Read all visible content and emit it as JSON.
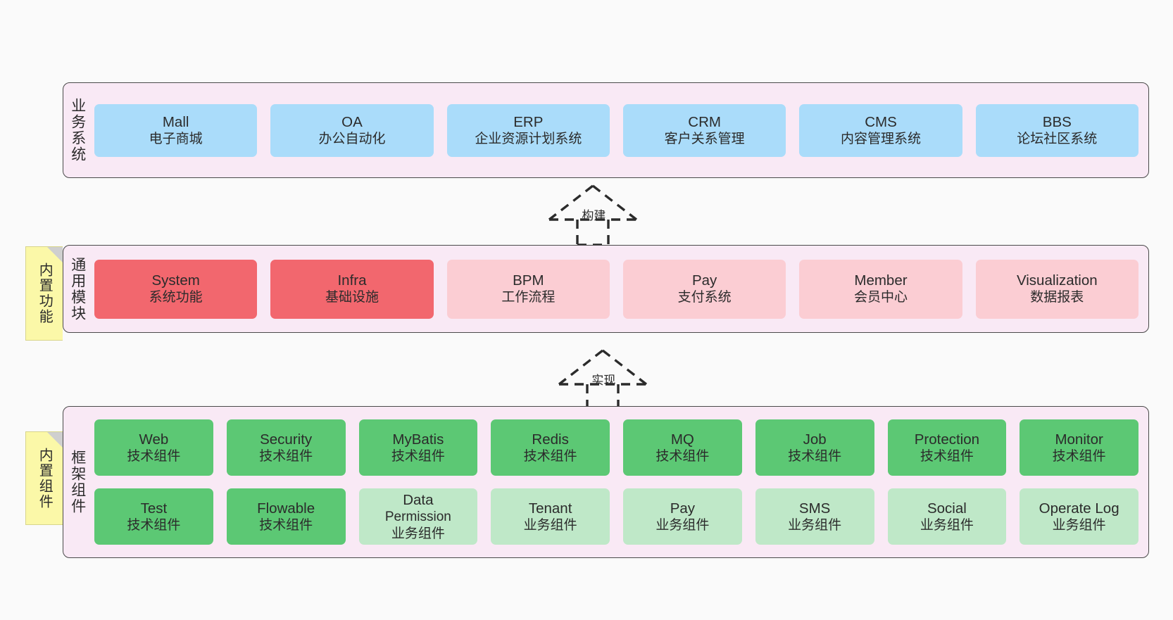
{
  "layers": [
    {
      "id": "business",
      "title": "业务系统",
      "rows": [
        [
          {
            "l1": "Mall",
            "l2": "电子商城",
            "style": "biz"
          },
          {
            "l1": "OA",
            "l2": "办公自动化",
            "style": "biz"
          },
          {
            "l1": "ERP",
            "l2": "企业资源计划系统",
            "style": "biz"
          },
          {
            "l1": "CRM",
            "l2": "客户关系管理",
            "style": "biz"
          },
          {
            "l1": "CMS",
            "l2": "内容管理系统",
            "style": "biz"
          },
          {
            "l1": "BBS",
            "l2": "论坛社区系统",
            "style": "biz"
          }
        ]
      ]
    },
    {
      "id": "modules",
      "title": "通用模块",
      "rows": [
        [
          {
            "l1": "System",
            "l2": "系统功能",
            "style": "mod-strong"
          },
          {
            "l1": "Infra",
            "l2": "基础设施",
            "style": "mod-strong"
          },
          {
            "l1": "BPM",
            "l2": "工作流程",
            "style": "mod-light"
          },
          {
            "l1": "Pay",
            "l2": "支付系统",
            "style": "mod-light"
          },
          {
            "l1": "Member",
            "l2": "会员中心",
            "style": "mod-light"
          },
          {
            "l1": "Visualization",
            "l2": "数据报表",
            "style": "mod-light"
          }
        ]
      ]
    },
    {
      "id": "framework",
      "title": "框架组件",
      "rows": [
        [
          {
            "l1": "Web",
            "l2": "技术组件",
            "style": "fw-tech"
          },
          {
            "l1": "Security",
            "l2": "技术组件",
            "style": "fw-tech"
          },
          {
            "l1": "MyBatis",
            "l2": "技术组件",
            "style": "fw-tech"
          },
          {
            "l1": "Redis",
            "l2": "技术组件",
            "style": "fw-tech"
          },
          {
            "l1": "MQ",
            "l2": "技术组件",
            "style": "fw-tech"
          },
          {
            "l1": "Job",
            "l2": "技术组件",
            "style": "fw-tech"
          },
          {
            "l1": "Protection",
            "l2": "技术组件",
            "style": "fw-tech"
          },
          {
            "l1": "Monitor",
            "l2": "技术组件",
            "style": "fw-tech"
          }
        ],
        [
          {
            "l1": "Test",
            "l2": "技术组件",
            "style": "fw-tech"
          },
          {
            "l1": "Flowable",
            "l2": "技术组件",
            "style": "fw-tech"
          },
          {
            "l1": "Data",
            "l2": "Permission",
            "l3": "业务组件",
            "style": "fw-biz"
          },
          {
            "l1": "Tenant",
            "l2": "业务组件",
            "style": "fw-biz"
          },
          {
            "l1": "Pay",
            "l2": "业务组件",
            "style": "fw-biz"
          },
          {
            "l1": "SMS",
            "l2": "业务组件",
            "style": "fw-biz"
          },
          {
            "l1": "Social",
            "l2": "业务组件",
            "style": "fw-biz"
          },
          {
            "l1": "Operate Log",
            "l2": "业务组件",
            "style": "fw-biz"
          }
        ]
      ]
    }
  ],
  "notes": [
    {
      "id": "note-modules",
      "text": "内置功能"
    },
    {
      "id": "note-framework",
      "text": "内置组件"
    }
  ],
  "arrows": [
    {
      "id": "arrow-build",
      "label": "构建",
      "kind": "dashed-generalization"
    },
    {
      "id": "arrow-impl",
      "label": "实现",
      "kind": "dashed-generalization"
    }
  ],
  "colors": {
    "canvas_bg": "#fafafa",
    "layer_bg": "#f9e9f5",
    "layer_border": "#4a4a4a",
    "business_cell": "#aadcfa",
    "module_strong": "#f2676e",
    "module_light": "#fbcdd3",
    "framework_tech": "#5cc874",
    "framework_biz": "#bfe8c8",
    "note_bg": "#fbf8a8",
    "note_fold": "#cfcfcf",
    "text": "#2b2b2b"
  }
}
